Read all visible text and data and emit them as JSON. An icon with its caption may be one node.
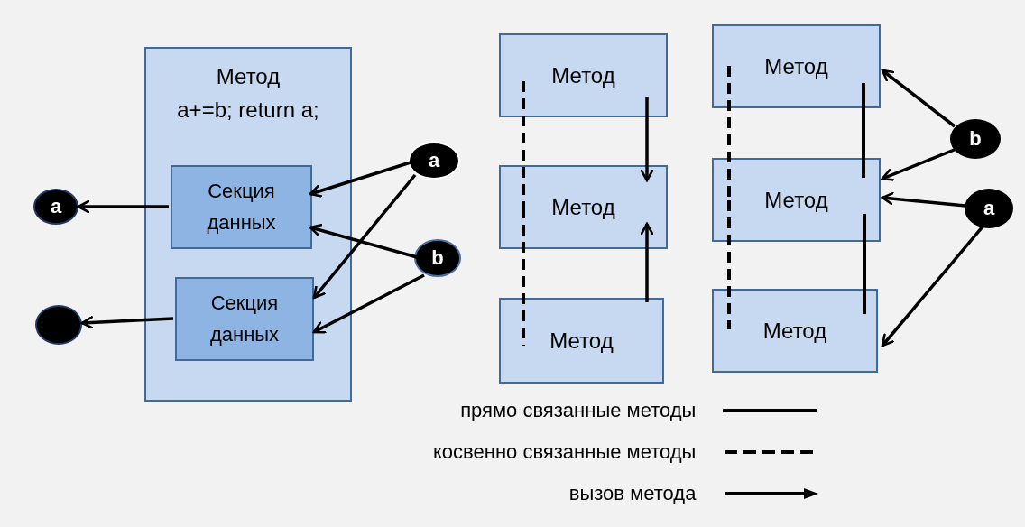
{
  "diagram": {
    "nodes": [
      {
        "text": [
          "Метод",
          "a+=b; return a;"
        ]
      },
      {
        "text": [
          "Секция данных"
        ],
        "in": 0
      },
      {
        "text": [
          "Секция данных"
        ],
        "in": 0
      },
      {
        "text": [
          "a"
        ]
      },
      {
        "text": [],
        "shape": "circle"
      },
      {
        "text": [
          "a"
        ]
      },
      {
        "text": [
          "b"
        ]
      },
      {
        "text": [
          "Метод"
        ]
      },
      {
        "text": [
          "Метод"
        ]
      },
      {
        "text": [
          "Метод"
        ]
      },
      {
        "text": [
          "Метод"
        ]
      },
      {
        "text": [
          "Метод"
        ]
      },
      {
        "text": [
          "Метод"
        ]
      },
      {
        "text": [
          "b"
        ]
      },
      {
        "text": [
          "a"
        ]
      }
    ],
    "edges": [
      {
        "from": 1,
        "to": 3,
        "arrow": "to"
      },
      {
        "from": 2,
        "to": 4,
        "arrow": "to"
      },
      {
        "from": 5,
        "to": 1,
        "arrow": "to"
      },
      {
        "from": 5,
        "to": 2,
        "arrow": "to"
      },
      {
        "from": 6,
        "to": 1,
        "arrow": "to"
      },
      {
        "from": 6,
        "to": 2,
        "arrow": "to"
      },
      {
        "from": 7,
        "to": 8,
        "arrow": "to"
      },
      {
        "from": 9,
        "to": 8,
        "arrow": "to"
      },
      {
        "from": 7,
        "to": 8,
        "arrow": "none",
        "style": "dashed"
      },
      {
        "from": 10,
        "to": 11,
        "arrow": "none"
      },
      {
        "from": 11,
        "to": 12,
        "arrow": "none"
      },
      {
        "from": 10,
        "to": 11,
        "arrow": "none",
        "style": "dashed"
      },
      {
        "from": 13,
        "to": 10,
        "arrow": "to"
      },
      {
        "from": 13,
        "to": 11,
        "arrow": "to"
      },
      {
        "from": 14,
        "to": 11,
        "arrow": "to"
      },
      {
        "from": 14,
        "to": 12,
        "arrow": "to"
      },
      {
        "from": 8,
        "to": 9,
        "arrow": "none",
        "style": "dashed"
      },
      {
        "from": 11,
        "to": 12,
        "arrow": "none",
        "style": "dashed"
      }
    ],
    "legend": [
      {
        "text": "прямо связанные методы"
      },
      {
        "text": "косвенно связанные методы"
      },
      {
        "text": "вызов метода"
      }
    ]
  }
}
